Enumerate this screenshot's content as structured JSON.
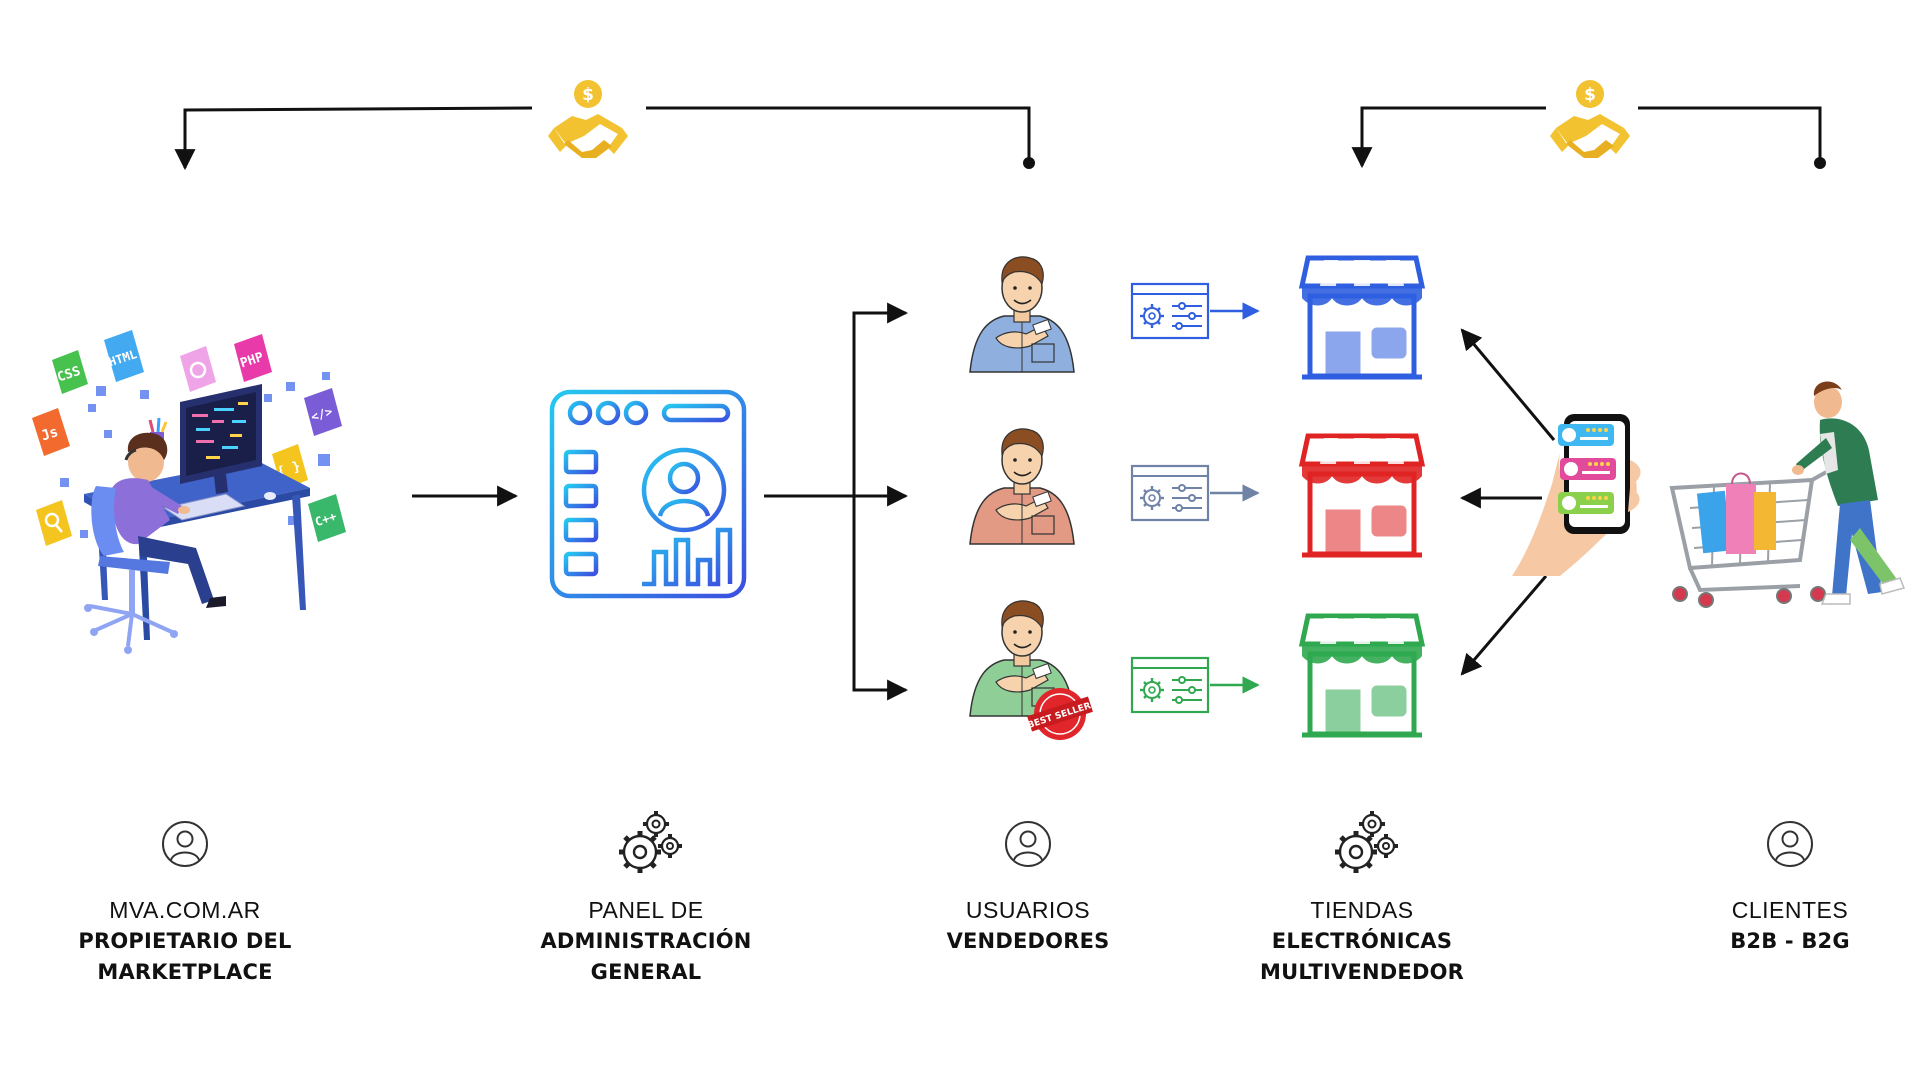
{
  "columns": [
    {
      "id": "owner",
      "line1": "MVA.COM.AR",
      "line2a": "PROPIETARIO DEL",
      "line2b": "MARKETPLACE",
      "icon": "user-circle-icon"
    },
    {
      "id": "panel",
      "line1": "PANEL DE",
      "line2a": "ADMINISTRACIÓN",
      "line2b": "GENERAL",
      "icon": "gears-icon"
    },
    {
      "id": "sellers",
      "line1": "USUARIOS",
      "line2a": "VENDEDORES",
      "line2b": "",
      "icon": "user-circle-icon"
    },
    {
      "id": "stores",
      "line1": "TIENDAS",
      "line2a": "ELECTRÓNICAS",
      "line2b": "MULTIVENDEDOR",
      "icon": "gears-icon"
    },
    {
      "id": "clients",
      "line1": "CLIENTES",
      "line2a": "B2B - B2G",
      "line2b": "",
      "icon": "user-circle-icon"
    }
  ],
  "tech_tags": {
    "css": "CSS",
    "html": "HTML",
    "php": "PHP",
    "js": "Js",
    "code": "</>",
    "braces": "{ }",
    "cpp": "C++"
  },
  "best_seller_badge": "BEST SELLER",
  "icons": [
    "handshake-dollar-icon",
    "developer-desk-illustration",
    "admin-dashboard-icon",
    "seller-person-illustration",
    "settings-panel-icon",
    "storefront-icon",
    "phone-reviews-icon",
    "shopper-cart-illustration"
  ],
  "colors": {
    "blue": "#2f5fe0",
    "red": "#e02424",
    "green": "#2fa84f",
    "slate": "#6f83a6",
    "gold": "#f2c230",
    "dashboard_a": "#25c8f0",
    "dashboard_b": "#3b4fe0"
  }
}
